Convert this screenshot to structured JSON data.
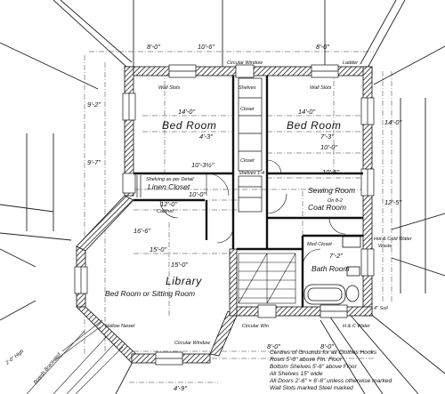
{
  "plan": {
    "rooms": {
      "bedroom_left": "Bed Room",
      "bedroom_right": "Bed Room",
      "linen_closet": "Linen Closet",
      "sewing_room": "Sewing Room",
      "coat_room": "Coat Room",
      "library": "Library",
      "library_sub": "Bed Room or Sitting Room",
      "bath_room": "Bath Room",
      "cabinet": "Cabinet",
      "closet_1": "Closet",
      "closet_2": "Closet"
    },
    "labels": {
      "circular_window_top": "Circular Window",
      "circular_window_bottom": "Circular Window",
      "circular_win_right": "Circular Win",
      "ladder": "Ladder",
      "wall_slots_left": "Wall Slots",
      "wall_slots_right": "Wall Slots",
      "shelves": "Shelves",
      "shelving_per_detail": "Shelving as per Detail",
      "shelves_1_4": "Shelves 1-4",
      "hot_cold_water": "Hot & Cold Water",
      "waste": "Waste",
      "hollow_newel": "Hollow Newel",
      "med_closet": "Med Closet",
      "on_8_2": "On 8-2",
      "soil_4": "4\" Soil",
      "hc": "H & C Water"
    },
    "dimensions": {
      "top_left_a": "8'-0\"",
      "top_left_b": "10'-6\"",
      "top_right": "8'-0\"",
      "bed_left_w": "14'-0\"",
      "bed_left_sub": "4'-3\"",
      "bed_right_w": "14'-0\"",
      "bed_right_sub": "7'-3\"",
      "left_v1": "9'-2\"",
      "left_v2": "9'-7\"",
      "right_v1": "14'-0\"",
      "right_v2": "12'-5\"",
      "linen_w": "10'-3½\"",
      "sewing_w": "10'-5\"",
      "sewing_b": "10'-0\"",
      "coat_w": "10'-0\"",
      "cabinet_w": "12'-0\"",
      "lib_w": "15'-0\"",
      "lib_v": "16'-6\"",
      "lib_v2": "15'-0\"",
      "bath_w": "7'-2\"",
      "bottom_a": "8'-0\"",
      "bottom_b": "8'-0\"",
      "bottom_c": "4'-9\"",
      "diag_note": "2'-0\" High",
      "diag_note2": "Boards Bracketed"
    },
    "notes": [
      "Centres of Grounds for all Clothes Hooks",
      "Rows 5'-0\" above Fin. Floor",
      "Bottom Shelves 5'-6\" above Floor",
      "All Shelves 15\" wide",
      "All Doors 2'-6\" × 6'-6\" unless otherwise marked",
      "Wall Slots marked      Steel marked"
    ]
  }
}
